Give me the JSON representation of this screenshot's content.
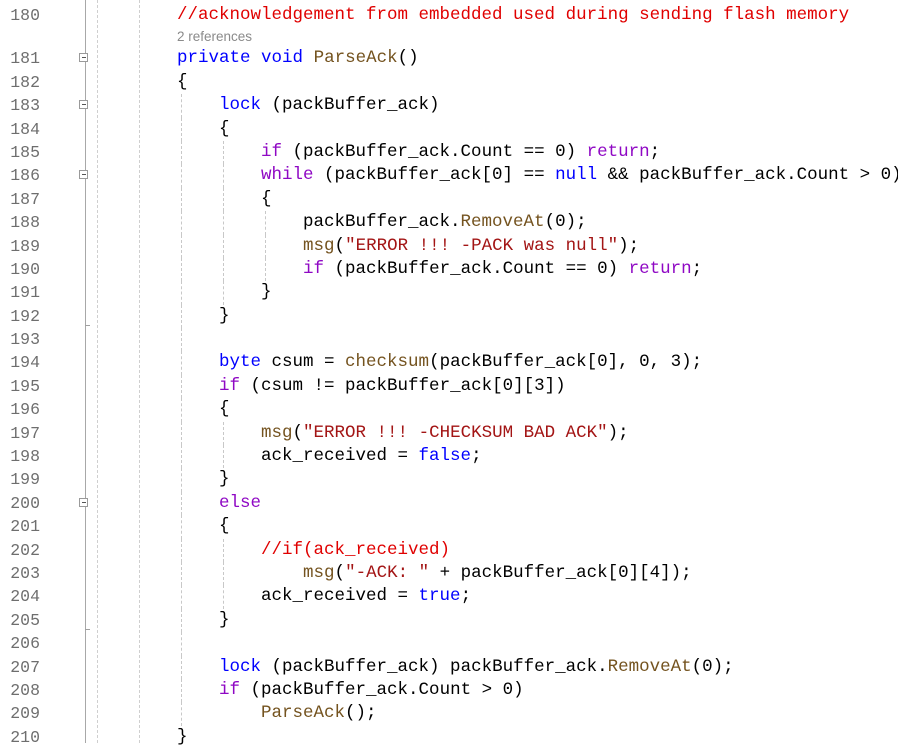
{
  "editor": {
    "references_label": "2 references",
    "colors": {
      "keyword": "#0000ff",
      "control": "#8f08c4",
      "method": "#74531f",
      "string": "#a31515",
      "comment": "#e00000"
    },
    "lines": [
      {
        "n": "180",
        "indent": 0,
        "tokens": [
          [
            "cm",
            "//acknowledgement from embedded used during sending flash memory"
          ]
        ]
      },
      {
        "refs": true
      },
      {
        "n": "181",
        "indent": 0,
        "fold": true,
        "tokens": [
          [
            "k",
            "private"
          ],
          [
            "p",
            " "
          ],
          [
            "k",
            "void"
          ],
          [
            "p",
            " "
          ],
          [
            "m",
            "ParseAck"
          ],
          [
            "p",
            "()"
          ]
        ]
      },
      {
        "n": "182",
        "indent": 0,
        "tokens": [
          [
            "p",
            "{"
          ]
        ]
      },
      {
        "n": "183",
        "indent": 1,
        "fold": true,
        "tokens": [
          [
            "p",
            "    "
          ],
          [
            "k",
            "lock"
          ],
          [
            "p",
            " (packBuffer_ack)"
          ]
        ]
      },
      {
        "n": "184",
        "indent": 1,
        "tokens": [
          [
            "p",
            "    {"
          ]
        ]
      },
      {
        "n": "185",
        "indent": 2,
        "tokens": [
          [
            "p",
            "        "
          ],
          [
            "c",
            "if"
          ],
          [
            "p",
            " (packBuffer_ack.Count == 0) "
          ],
          [
            "c",
            "return"
          ],
          [
            "p",
            ";"
          ]
        ]
      },
      {
        "n": "186",
        "indent": 2,
        "fold": true,
        "tokens": [
          [
            "p",
            "        "
          ],
          [
            "c",
            "while"
          ],
          [
            "p",
            " (packBuffer_ack[0] == "
          ],
          [
            "k",
            "null"
          ],
          [
            "p",
            " && packBuffer_ack.Count > 0)"
          ]
        ]
      },
      {
        "n": "187",
        "indent": 2,
        "tokens": [
          [
            "p",
            "        {"
          ]
        ]
      },
      {
        "n": "188",
        "indent": 3,
        "tokens": [
          [
            "p",
            "            packBuffer_ack."
          ],
          [
            "m",
            "RemoveAt"
          ],
          [
            "p",
            "(0);"
          ]
        ]
      },
      {
        "n": "189",
        "indent": 3,
        "tokens": [
          [
            "p",
            "            "
          ],
          [
            "m",
            "msg"
          ],
          [
            "p",
            "("
          ],
          [
            "s",
            "\"ERROR !!! -PACK was null\""
          ],
          [
            "p",
            ");"
          ]
        ]
      },
      {
        "n": "190",
        "indent": 3,
        "tokens": [
          [
            "p",
            "            "
          ],
          [
            "c",
            "if"
          ],
          [
            "p",
            " (packBuffer_ack.Count == 0) "
          ],
          [
            "c",
            "return"
          ],
          [
            "p",
            ";"
          ]
        ]
      },
      {
        "n": "191",
        "indent": 2,
        "tokens": [
          [
            "p",
            "        }"
          ]
        ]
      },
      {
        "n": "192",
        "indent": 1,
        "end": true,
        "tokens": [
          [
            "p",
            "    }"
          ]
        ]
      },
      {
        "n": "193",
        "indent": 1,
        "tokens": []
      },
      {
        "n": "194",
        "indent": 1,
        "tokens": [
          [
            "p",
            "    "
          ],
          [
            "k",
            "byte"
          ],
          [
            "p",
            " csum = "
          ],
          [
            "m",
            "checksum"
          ],
          [
            "p",
            "(packBuffer_ack[0], 0, 3);"
          ]
        ]
      },
      {
        "n": "195",
        "indent": 1,
        "tokens": [
          [
            "p",
            "    "
          ],
          [
            "c",
            "if"
          ],
          [
            "p",
            " (csum != packBuffer_ack[0][3])"
          ]
        ]
      },
      {
        "n": "196",
        "indent": 1,
        "tokens": [
          [
            "p",
            "    {"
          ]
        ]
      },
      {
        "n": "197",
        "indent": 2,
        "tokens": [
          [
            "p",
            "        "
          ],
          [
            "m",
            "msg"
          ],
          [
            "p",
            "("
          ],
          [
            "s",
            "\"ERROR !!! -CHECKSUM BAD ACK\""
          ],
          [
            "p",
            ");"
          ]
        ]
      },
      {
        "n": "198",
        "indent": 2,
        "tokens": [
          [
            "p",
            "        ack_received = "
          ],
          [
            "k",
            "false"
          ],
          [
            "p",
            ";"
          ]
        ]
      },
      {
        "n": "199",
        "indent": 1,
        "tokens": [
          [
            "p",
            "    }"
          ]
        ]
      },
      {
        "n": "200",
        "indent": 1,
        "fold": true,
        "tokens": [
          [
            "p",
            "    "
          ],
          [
            "c",
            "else"
          ]
        ]
      },
      {
        "n": "201",
        "indent": 1,
        "tokens": [
          [
            "p",
            "    {"
          ]
        ]
      },
      {
        "n": "202",
        "indent": 2,
        "tokens": [
          [
            "p",
            "        "
          ],
          [
            "cm",
            "//if(ack_received)"
          ]
        ]
      },
      {
        "n": "203",
        "indent": 2,
        "tokens": [
          [
            "p",
            "            "
          ],
          [
            "m",
            "msg"
          ],
          [
            "p",
            "("
          ],
          [
            "s",
            "\"-ACK: \""
          ],
          [
            "p",
            " + packBuffer_ack[0][4]);"
          ]
        ]
      },
      {
        "n": "204",
        "indent": 2,
        "tokens": [
          [
            "p",
            "        ack_received = "
          ],
          [
            "k",
            "true"
          ],
          [
            "p",
            ";"
          ]
        ]
      },
      {
        "n": "205",
        "indent": 1,
        "end": true,
        "tokens": [
          [
            "p",
            "    }"
          ]
        ]
      },
      {
        "n": "206",
        "indent": 1,
        "tokens": []
      },
      {
        "n": "207",
        "indent": 1,
        "tokens": [
          [
            "p",
            "    "
          ],
          [
            "k",
            "lock"
          ],
          [
            "p",
            " (packBuffer_ack) packBuffer_ack."
          ],
          [
            "m",
            "RemoveAt"
          ],
          [
            "p",
            "(0);"
          ]
        ]
      },
      {
        "n": "208",
        "indent": 1,
        "tokens": [
          [
            "p",
            "    "
          ],
          [
            "c",
            "if"
          ],
          [
            "p",
            " (packBuffer_ack.Count > 0)"
          ]
        ]
      },
      {
        "n": "209",
        "indent": 1,
        "tokens": [
          [
            "p",
            "        "
          ],
          [
            "m",
            "ParseAck"
          ],
          [
            "p",
            "();"
          ]
        ]
      },
      {
        "n": "210",
        "indent": 0,
        "tokens": [
          [
            "p",
            "}"
          ]
        ]
      }
    ]
  }
}
